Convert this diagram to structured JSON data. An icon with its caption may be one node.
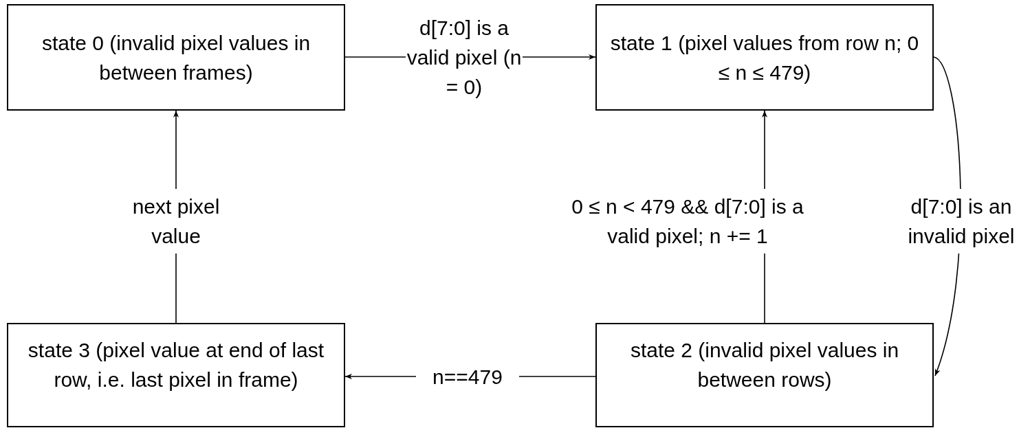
{
  "diagram": {
    "nodes": [
      {
        "text": [
          "state 0 (invalid pixel values in between frames)"
        ]
      },
      {
        "text": [
          "state 1 (pixel values from row n; 0 ≤ n ≤ 479)"
        ]
      },
      {
        "text": [
          "state 3 (pixel value at end of last row, i.e. last pixel in frame)"
        ]
      },
      {
        "text": [
          "state 2 (invalid pixel values in between rows)"
        ]
      }
    ],
    "edges": [
      {
        "from": 0,
        "to": 1,
        "arrow": "to",
        "label": "d[7:0] is a valid pixel (n = 0)"
      },
      {
        "from": 2,
        "to": 0,
        "arrow": "to",
        "label": "next pixel value"
      },
      {
        "from": 3,
        "to": 1,
        "arrow": "to",
        "label": "0 ≤ n < 479 && d[7:0] is a valid pixel; n += 1"
      },
      {
        "from": 1,
        "to": 3,
        "arrow": "to",
        "label": "d[7:0] is an invalid pixel"
      },
      {
        "from": 3,
        "to": 2,
        "arrow": "to",
        "label": "n==479"
      }
    ]
  }
}
